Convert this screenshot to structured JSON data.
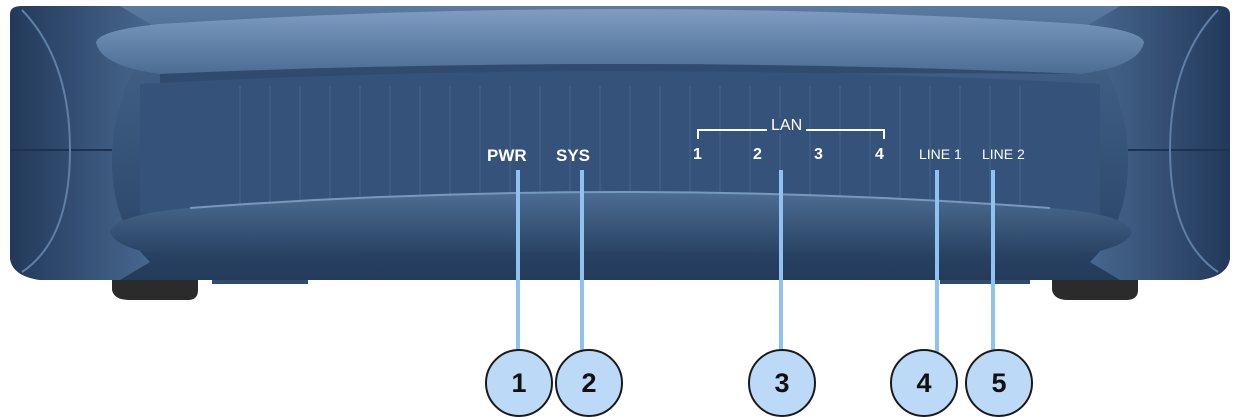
{
  "device": {
    "labels": {
      "pwr": "PWR",
      "sys": "SYS",
      "lan_title": "LAN",
      "lan_ports": [
        "1",
        "2",
        "3",
        "4"
      ],
      "line1": "LINE 1",
      "line2": "LINE 2"
    }
  },
  "callouts": [
    "1",
    "2",
    "3",
    "4",
    "5"
  ],
  "colors": {
    "chassis": "#3a5679",
    "chassis_dark": "#1f3350",
    "callout_fill": "#bcd9f7",
    "callout_line": "#8ec3f0"
  }
}
